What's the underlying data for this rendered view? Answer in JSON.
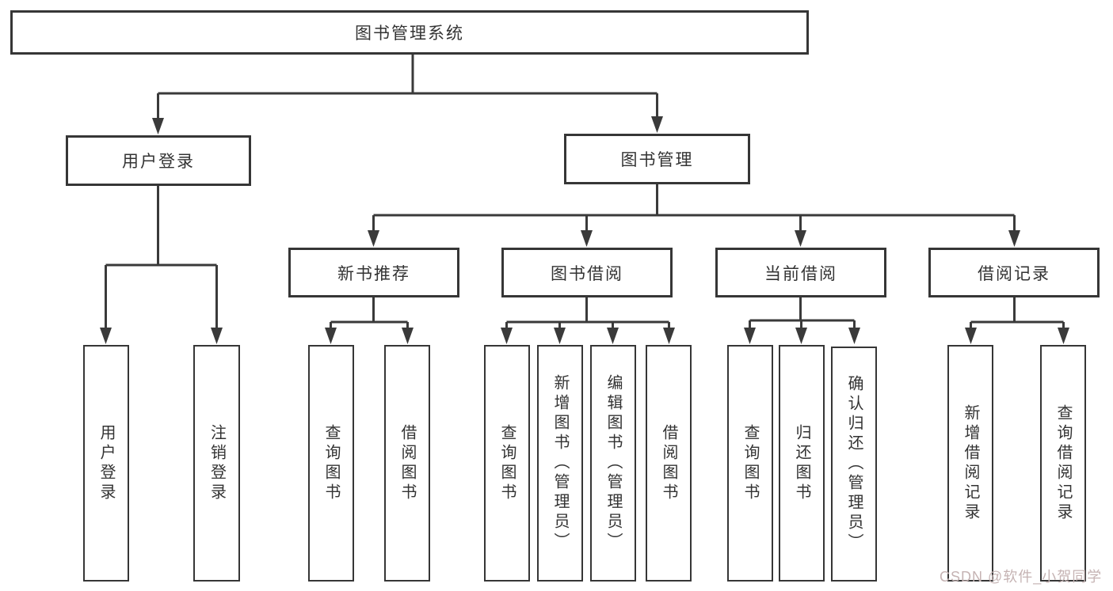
{
  "diagram": {
    "type": "tree",
    "title": "图书管理系统",
    "watermark": "CSDN @软件_小贺同学",
    "colors": {
      "line": "#3a3a3a",
      "border": "#363636",
      "text": "#333333",
      "background": "#ffffff",
      "watermark": "#c5b3b3"
    }
  },
  "nodes": {
    "root": {
      "label": "图书管理系统"
    },
    "level2": [
      {
        "label": "用户登录"
      },
      {
        "label": "图书管理"
      }
    ],
    "level3": [
      {
        "label": "新书推荐",
        "parent": "图书管理"
      },
      {
        "label": "图书借阅",
        "parent": "图书管理"
      },
      {
        "label": "当前借阅",
        "parent": "图书管理"
      },
      {
        "label": "借阅记录",
        "parent": "图书管理"
      }
    ],
    "leaves": [
      {
        "label": "用户登录",
        "parent": "用户登录"
      },
      {
        "label": "注销登录",
        "parent": "用户登录"
      },
      {
        "label": "查询图书",
        "parent": "新书推荐"
      },
      {
        "label": "借阅图书",
        "parent": "新书推荐"
      },
      {
        "label": "查询图书",
        "parent": "图书借阅"
      },
      {
        "label": "新增图书（管理员）",
        "parent": "图书借阅"
      },
      {
        "label": "编辑图书（管理员）",
        "parent": "图书借阅"
      },
      {
        "label": "借阅图书",
        "parent": "图书借阅"
      },
      {
        "label": "查询图书",
        "parent": "当前借阅"
      },
      {
        "label": "归还图书",
        "parent": "当前借阅"
      },
      {
        "label": "确认归还（管理员）",
        "parent": "当前借阅"
      },
      {
        "label": "新增借阅记录",
        "parent": "借阅记录"
      },
      {
        "label": "查询借阅记录",
        "parent": "借阅记录"
      }
    ]
  }
}
